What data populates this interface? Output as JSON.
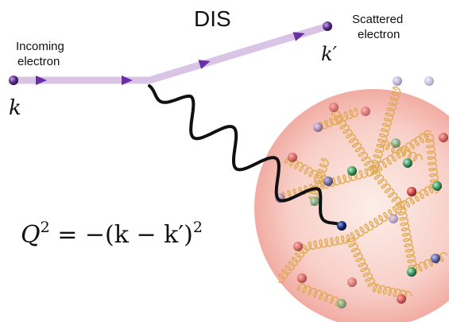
{
  "diagram": {
    "title": "DIS",
    "incoming_label_line1": "Incoming",
    "incoming_label_line2": "electron",
    "scattered_label_line1": "Scattered",
    "scattered_label_line2": "electron",
    "k_label": "k",
    "kprime_label": "k′",
    "formula": {
      "q": "Q",
      "exp": "2",
      "rhs": " = −(k − k′)",
      "rhs_exp": "2"
    }
  },
  "colors": {
    "electron_line": "#d9c4e6",
    "arrow": "#6a2fa8",
    "electron_ball": "#5a2a8c",
    "photon": "#111111",
    "gluon": "#e0a850",
    "proton_center": "#fde9e4",
    "proton_edge": "#f3b2aa",
    "quark_struck": "#1b2a6b",
    "quark_colors": [
      "#e07070",
      "#5aa87a",
      "#a090c0",
      "#c04040",
      "#7070a0"
    ]
  }
}
